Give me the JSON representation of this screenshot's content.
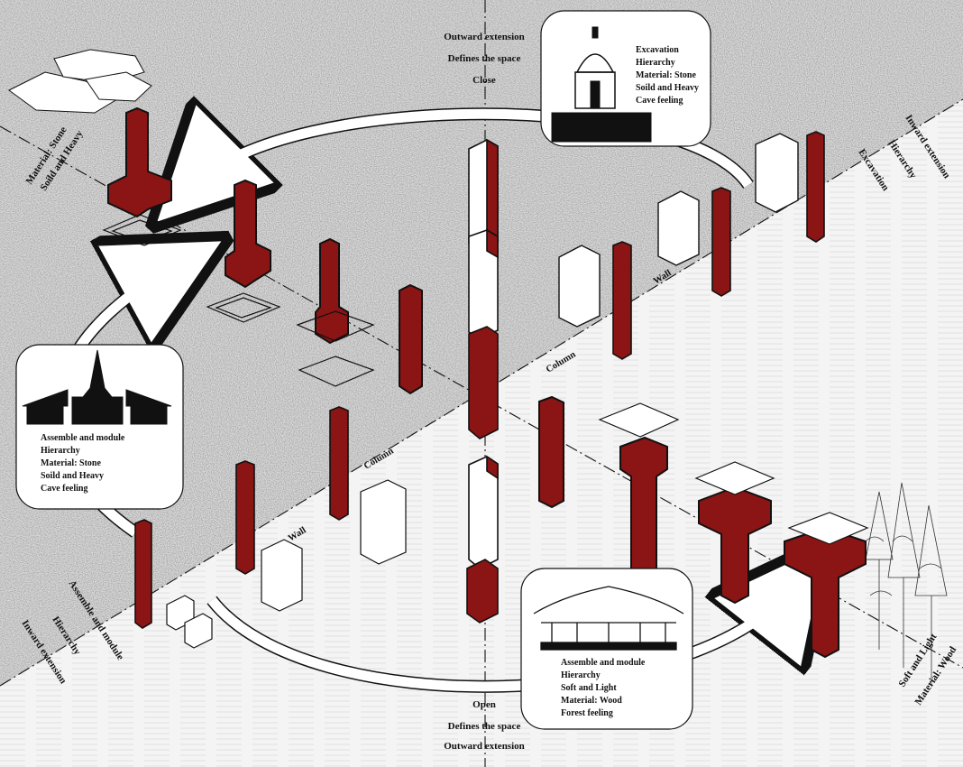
{
  "colors": {
    "background": "#f2f2f2",
    "stone_texture": "#d9d9d9",
    "accent_red": "#8b1414",
    "outline": "#111111",
    "panel": "#ffffff"
  },
  "axis_labels": {
    "top_left_1": "Material: Stone",
    "top_left_2": "Soild and Heavy",
    "top_right_1": "Inward extension",
    "top_right_2": "Hierarchy",
    "top_right_3": "Excavation",
    "bottom_left_1": "Assemble and module",
    "bottom_left_2": "Hierarchy",
    "bottom_left_3": "Inward extension",
    "bottom_right_1": "Soft and Light",
    "bottom_right_2": "Material: Wood"
  },
  "center_top": [
    "Outward extension",
    "Defines the space",
    "Close"
  ],
  "center_bottom": [
    "Open",
    "Defines the space",
    "Outward extension"
  ],
  "element_labels": {
    "wall_upper": "Wall",
    "column_upper": "Column",
    "column_lower": "Column",
    "wall_lower": "Wall"
  },
  "boxes": {
    "stone_dome": {
      "icon": "domed-temple-section-icon",
      "lines": [
        "Excavation",
        "Hierarchy",
        "Material: Stone",
        "Soild and Heavy",
        "Cave feeling"
      ]
    },
    "stone_temple": {
      "icon": "pagoda-temple-silhouette-icon",
      "lines": [
        "Assemble and module",
        "Hierarchy",
        "Material: Stone",
        "Soild and Heavy",
        "Cave feeling"
      ]
    },
    "wood_hall": {
      "icon": "timber-hall-section-icon",
      "lines": [
        "Assemble and module",
        "Hierarchy",
        "Soft and Light",
        "Material: Wood",
        "Forest feeling"
      ]
    }
  }
}
